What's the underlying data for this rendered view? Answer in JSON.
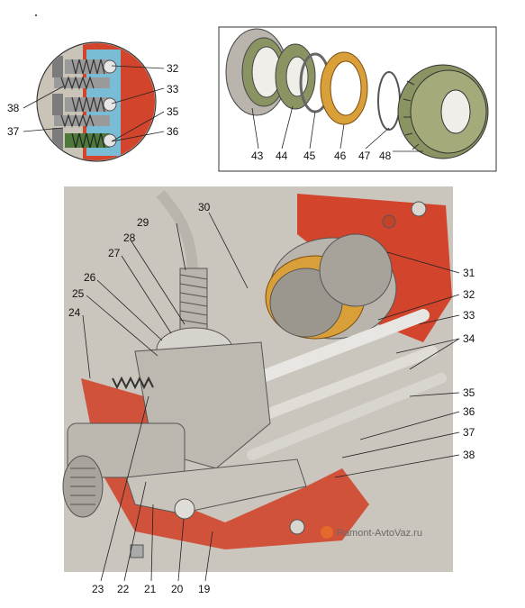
{
  "inset_detent": {
    "callouts": [
      "32",
      "33",
      "35",
      "36",
      "38",
      "37"
    ]
  },
  "inset_synchronizer": {
    "callouts": [
      "43",
      "44",
      "45",
      "46",
      "47",
      "48"
    ]
  },
  "main_view": {
    "callouts": [
      "29",
      "30",
      "28",
      "27",
      "26",
      "25",
      "24",
      "31",
      "32",
      "33",
      "34",
      "35",
      "36",
      "37",
      "38",
      "23",
      "22",
      "21",
      "20",
      "19"
    ]
  },
  "watermark": {
    "text": "Ramont-AvtoVaz.ru"
  },
  "colors": {
    "housing_red": "#d2452c",
    "metal_gray": "#b9b4ac",
    "inset_blue": "#78bcd6",
    "brass": "#d9a03a",
    "gear_green": "#8a9462"
  }
}
